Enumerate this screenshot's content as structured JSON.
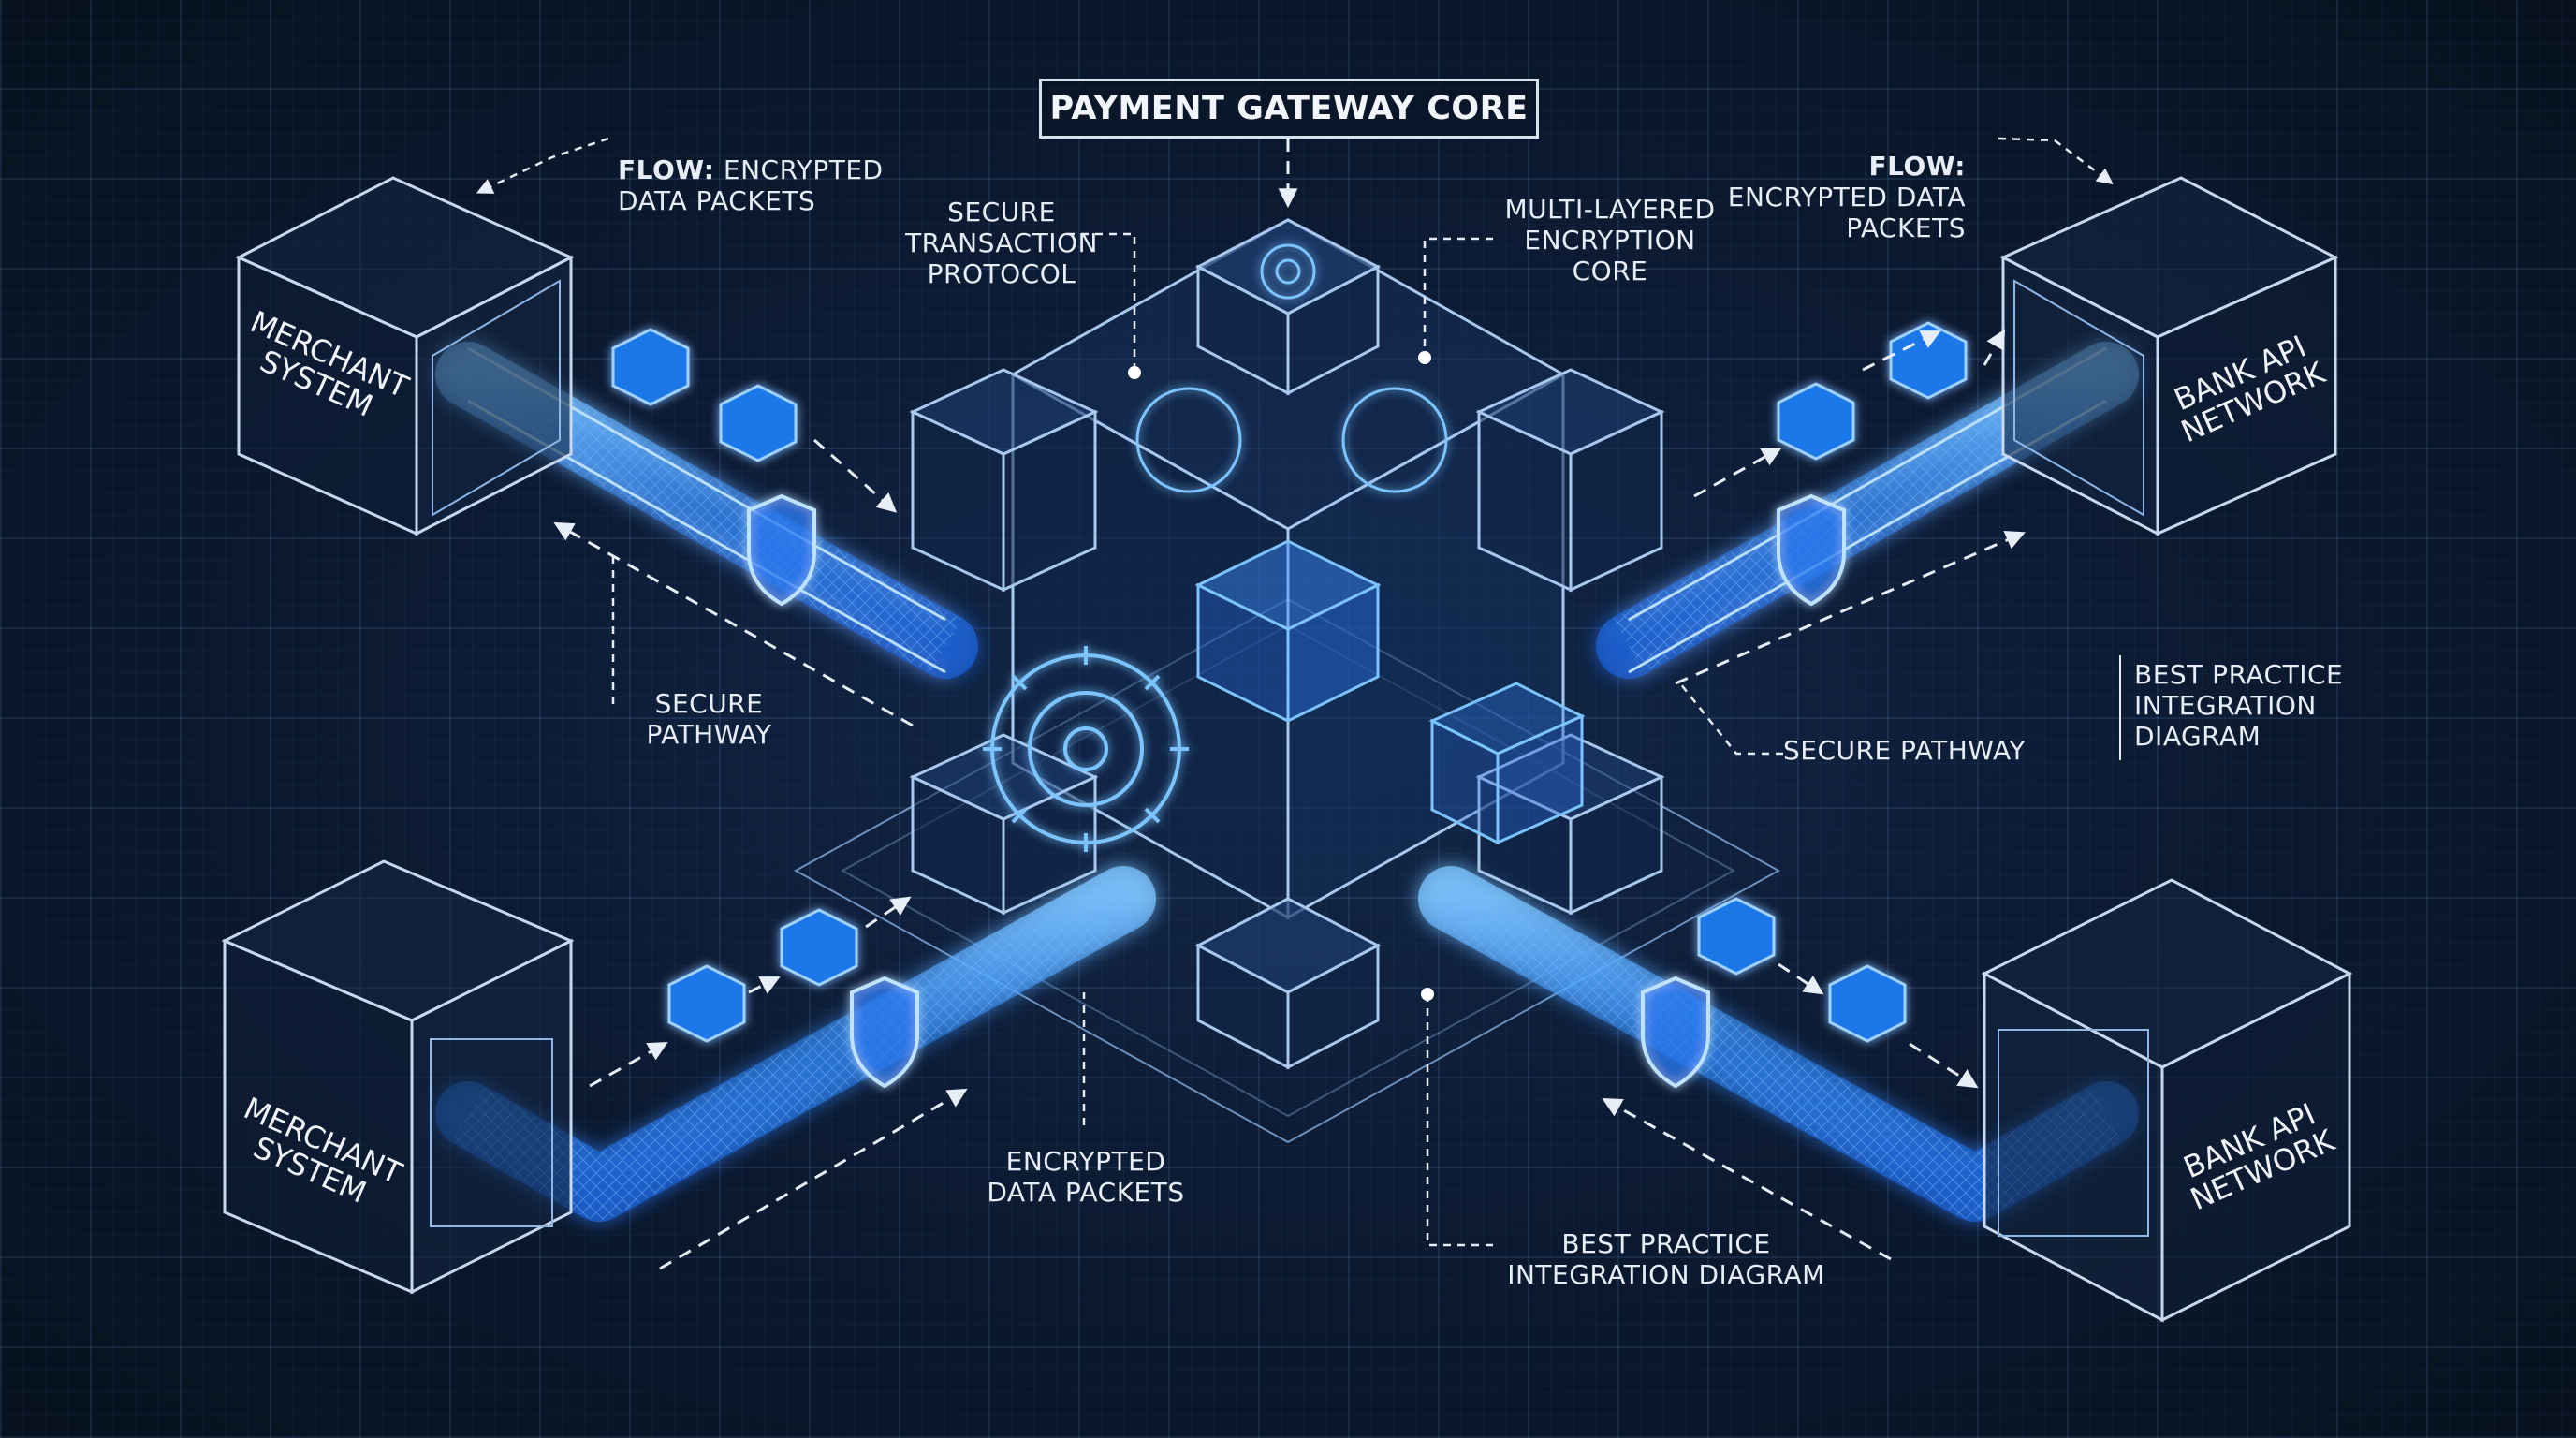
{
  "diagram": {
    "title": "PAYMENT GATEWAY CORE",
    "nodes": {
      "merchant_top": "MERCHANT\nSYSTEM",
      "merchant_bottom": "MERCHANT\nSYSTEM",
      "bank_top": "BANK API\nNETWORK",
      "bank_bottom": "BANK API\nNETWORK"
    },
    "labels": {
      "flow_left_prefix": "FLOW:",
      "flow_left_text": " ENCRYPTED\nDATA PACKETS",
      "flow_right_prefix": "FLOW:",
      "flow_right_text": "\nENCRYPTED DATA\nPACKETS",
      "secure_protocol": "SECURE\nTRANSACTION\nPROTOCOL",
      "encryption_core": "MULTI-LAYERED\nENCRYPTION\nCORE",
      "secure_pathway_left": "SECURE\nPATHWAY",
      "secure_pathway_right": "SECURE PATHWAY",
      "best_practice_side": "BEST PRACTICE\nINTEGRATION\nDIAGRAM",
      "encrypted_packets_bottom": "ENCRYPTED\nDATA PACKETS",
      "best_practice_bottom": "BEST PRACTICE\nINTEGRATION DIAGRAM"
    },
    "colors": {
      "background": "#0a1628",
      "line": "#8fb8e8",
      "glow": "#2f8cff",
      "glow_light": "#7cc4ff",
      "text": "#e8eef8"
    },
    "icons": [
      "shield-icon",
      "gear-icon",
      "data-packet-icon",
      "arrow-icon"
    ]
  }
}
